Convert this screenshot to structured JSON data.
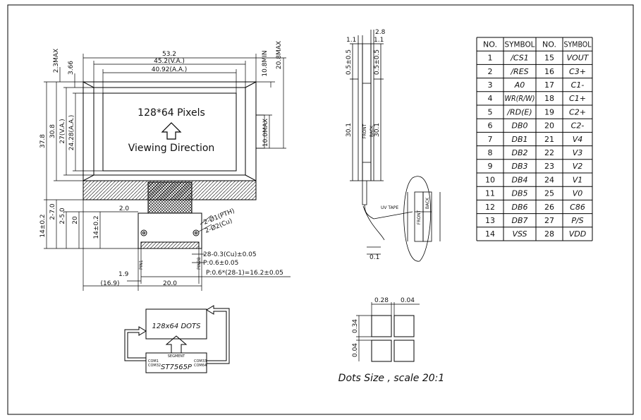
{
  "outline": {
    "width_total": "53.2",
    "va_width": "45.2(V.A.)",
    "aa_width": "40.92(A.A.)",
    "h_total": "37.8",
    "h_30_8": "30.8",
    "va_height": "27(V.A.)",
    "aa_height": "24.28(A.A.)",
    "dim_2_3max": "2.3MAX",
    "dim_3_66": "3.66",
    "dim_10_8min": "10.8MIN",
    "dim_20_8max": "20.8MAX",
    "dim_10_0max": "10.0MAX",
    "screen_line1": "128*64 Pixels",
    "screen_line2": "Viewing Direction",
    "dim_14_left": "14±0.2",
    "dim_2_7": "2-7.0",
    "dim_2_5": "2-5.0",
    "dim_20_a": "20",
    "dim_14_right": "14±0.2",
    "dim_2_0": "2.0",
    "hole_pth": "2-Ø1(PTH)",
    "hole_cu": "2-Ø2(Cu)",
    "pin1_label": "PIN1",
    "pin28_label": "PIN28",
    "pad_spec": "28-0.3(Cu)±0.05",
    "pitch_spec": "P:0.6±0.05",
    "span_spec": "P:0.6*(28-1)=16.2±0.05",
    "dim_1_9": "1.9",
    "dim_16_9": "(16.9)",
    "dim_20_0": "20.0"
  },
  "side_view": {
    "dim_1_1_a": "1.1",
    "dim_2_8": "2.8",
    "dim_1_1_b": "1.1",
    "dim_0_5_left": "0.5±0.5",
    "dim_0_5_right": "0.5±0.5",
    "dim_30_1_left": "30.1",
    "dim_30_1_right": "30.1",
    "front_label": "FRONT",
    "back_label": "BACK",
    "uv_tape": "UV TAPE",
    "dim_0_1": "0.1",
    "detail_front": "FRONT",
    "detail_back": "BACK"
  },
  "block_diagram": {
    "display_label": "128x64 DOTS",
    "chip_label": "ST7565P",
    "chip_top": "SEGMENT",
    "chip_left": "COM1\nCOM32",
    "chip_right": "COM33\nCOM64"
  },
  "dots": {
    "dim_0_28": "0.28",
    "dim_0_04_top": "0.04",
    "dim_0_34": "0.34",
    "dim_0_04_left": "0.04",
    "caption": "Dots Size , scale 20:1"
  },
  "pin_table": {
    "headers": [
      "NO.",
      "SYMBOL",
      "NO.",
      "SYMBOL"
    ],
    "rows": [
      [
        "1",
        "/CS1",
        "15",
        "VOUT"
      ],
      [
        "2",
        "/RES",
        "16",
        "C3+"
      ],
      [
        "3",
        "A0",
        "17",
        "C1-"
      ],
      [
        "4",
        "WR(R/W)",
        "18",
        "C1+"
      ],
      [
        "5",
        "/RD(E)",
        "19",
        "C2+"
      ],
      [
        "6",
        "DB0",
        "20",
        "C2-"
      ],
      [
        "7",
        "DB1",
        "21",
        "V4"
      ],
      [
        "8",
        "DB2",
        "22",
        "V3"
      ],
      [
        "9",
        "DB3",
        "23",
        "V2"
      ],
      [
        "10",
        "DB4",
        "24",
        "V1"
      ],
      [
        "11",
        "DB5",
        "25",
        "V0"
      ],
      [
        "12",
        "DB6",
        "26",
        "C86"
      ],
      [
        "13",
        "DB7",
        "27",
        "P/S"
      ],
      [
        "14",
        "VSS",
        "28",
        "VDD"
      ]
    ]
  }
}
